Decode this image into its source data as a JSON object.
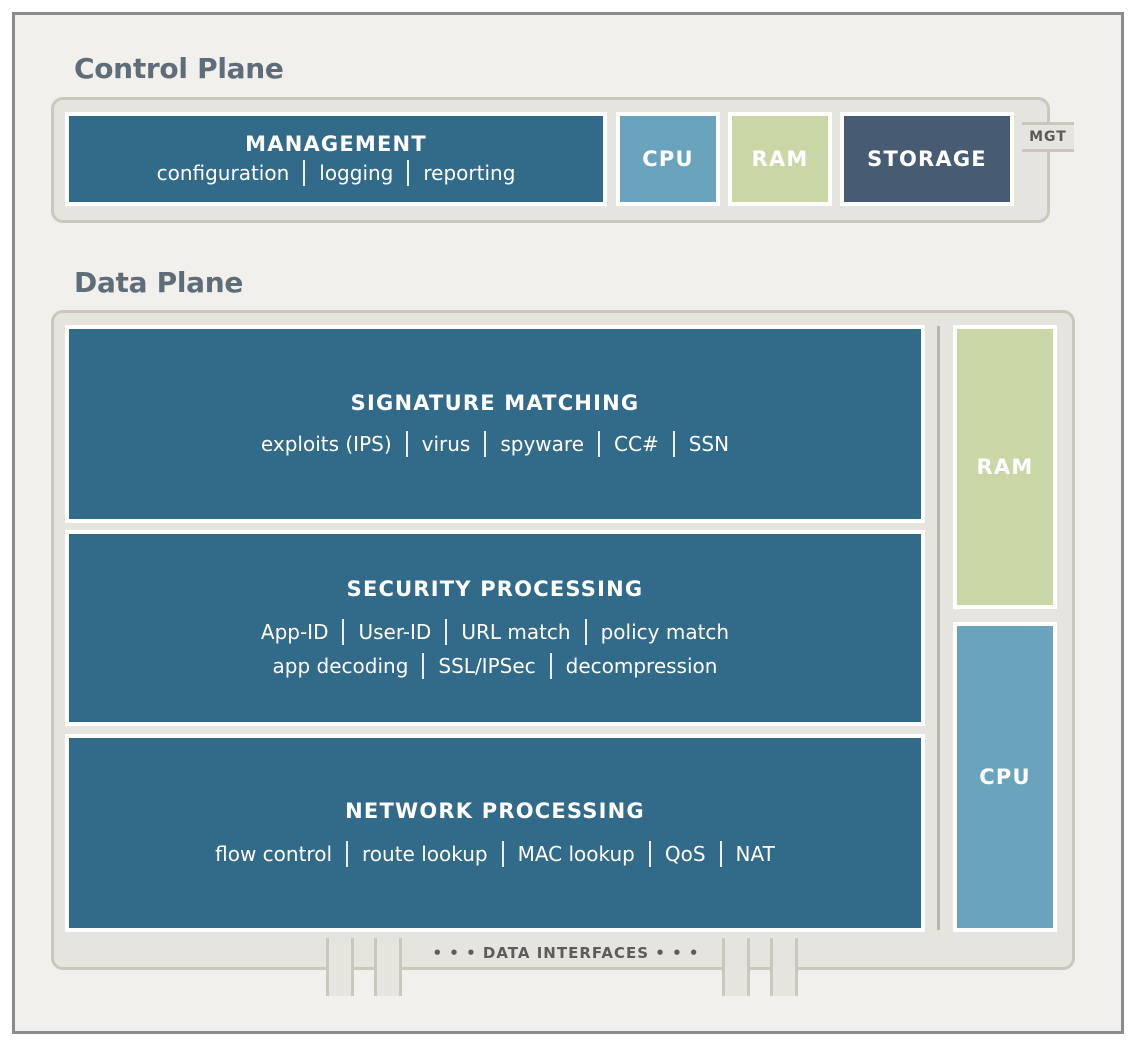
{
  "control_plane": {
    "title": "Control Plane",
    "management": {
      "title": "MANAGEMENT",
      "items": [
        "configuration",
        "logging",
        "reporting"
      ]
    },
    "cpu": "CPU",
    "ram": "RAM",
    "storage": "STORAGE",
    "mgt": "MGT"
  },
  "data_plane": {
    "title": "Data Plane",
    "signature": {
      "title": "SIGNATURE MATCHING",
      "items": [
        "exploits (IPS)",
        "virus",
        "spyware",
        "CC#",
        "SSN"
      ]
    },
    "security": {
      "title": "SECURITY PROCESSING",
      "line1": [
        "App-ID",
        "User-ID",
        "URL match",
        "policy match"
      ],
      "line2": [
        "app decoding",
        "SSL/IPSec",
        "decompression"
      ]
    },
    "network": {
      "title": "NETWORK PROCESSING",
      "items": [
        "flow control",
        "route lookup",
        "MAC lookup",
        "QoS",
        "NAT"
      ]
    },
    "ram": "RAM",
    "cpu": "CPU",
    "interfaces": "• • •  DATA INTERFACES  • • •"
  },
  "colors": {
    "dark_blue": "#326a8a",
    "light_blue": "#69a4bc",
    "green": "#c9d7a7",
    "slate": "#475c72"
  }
}
